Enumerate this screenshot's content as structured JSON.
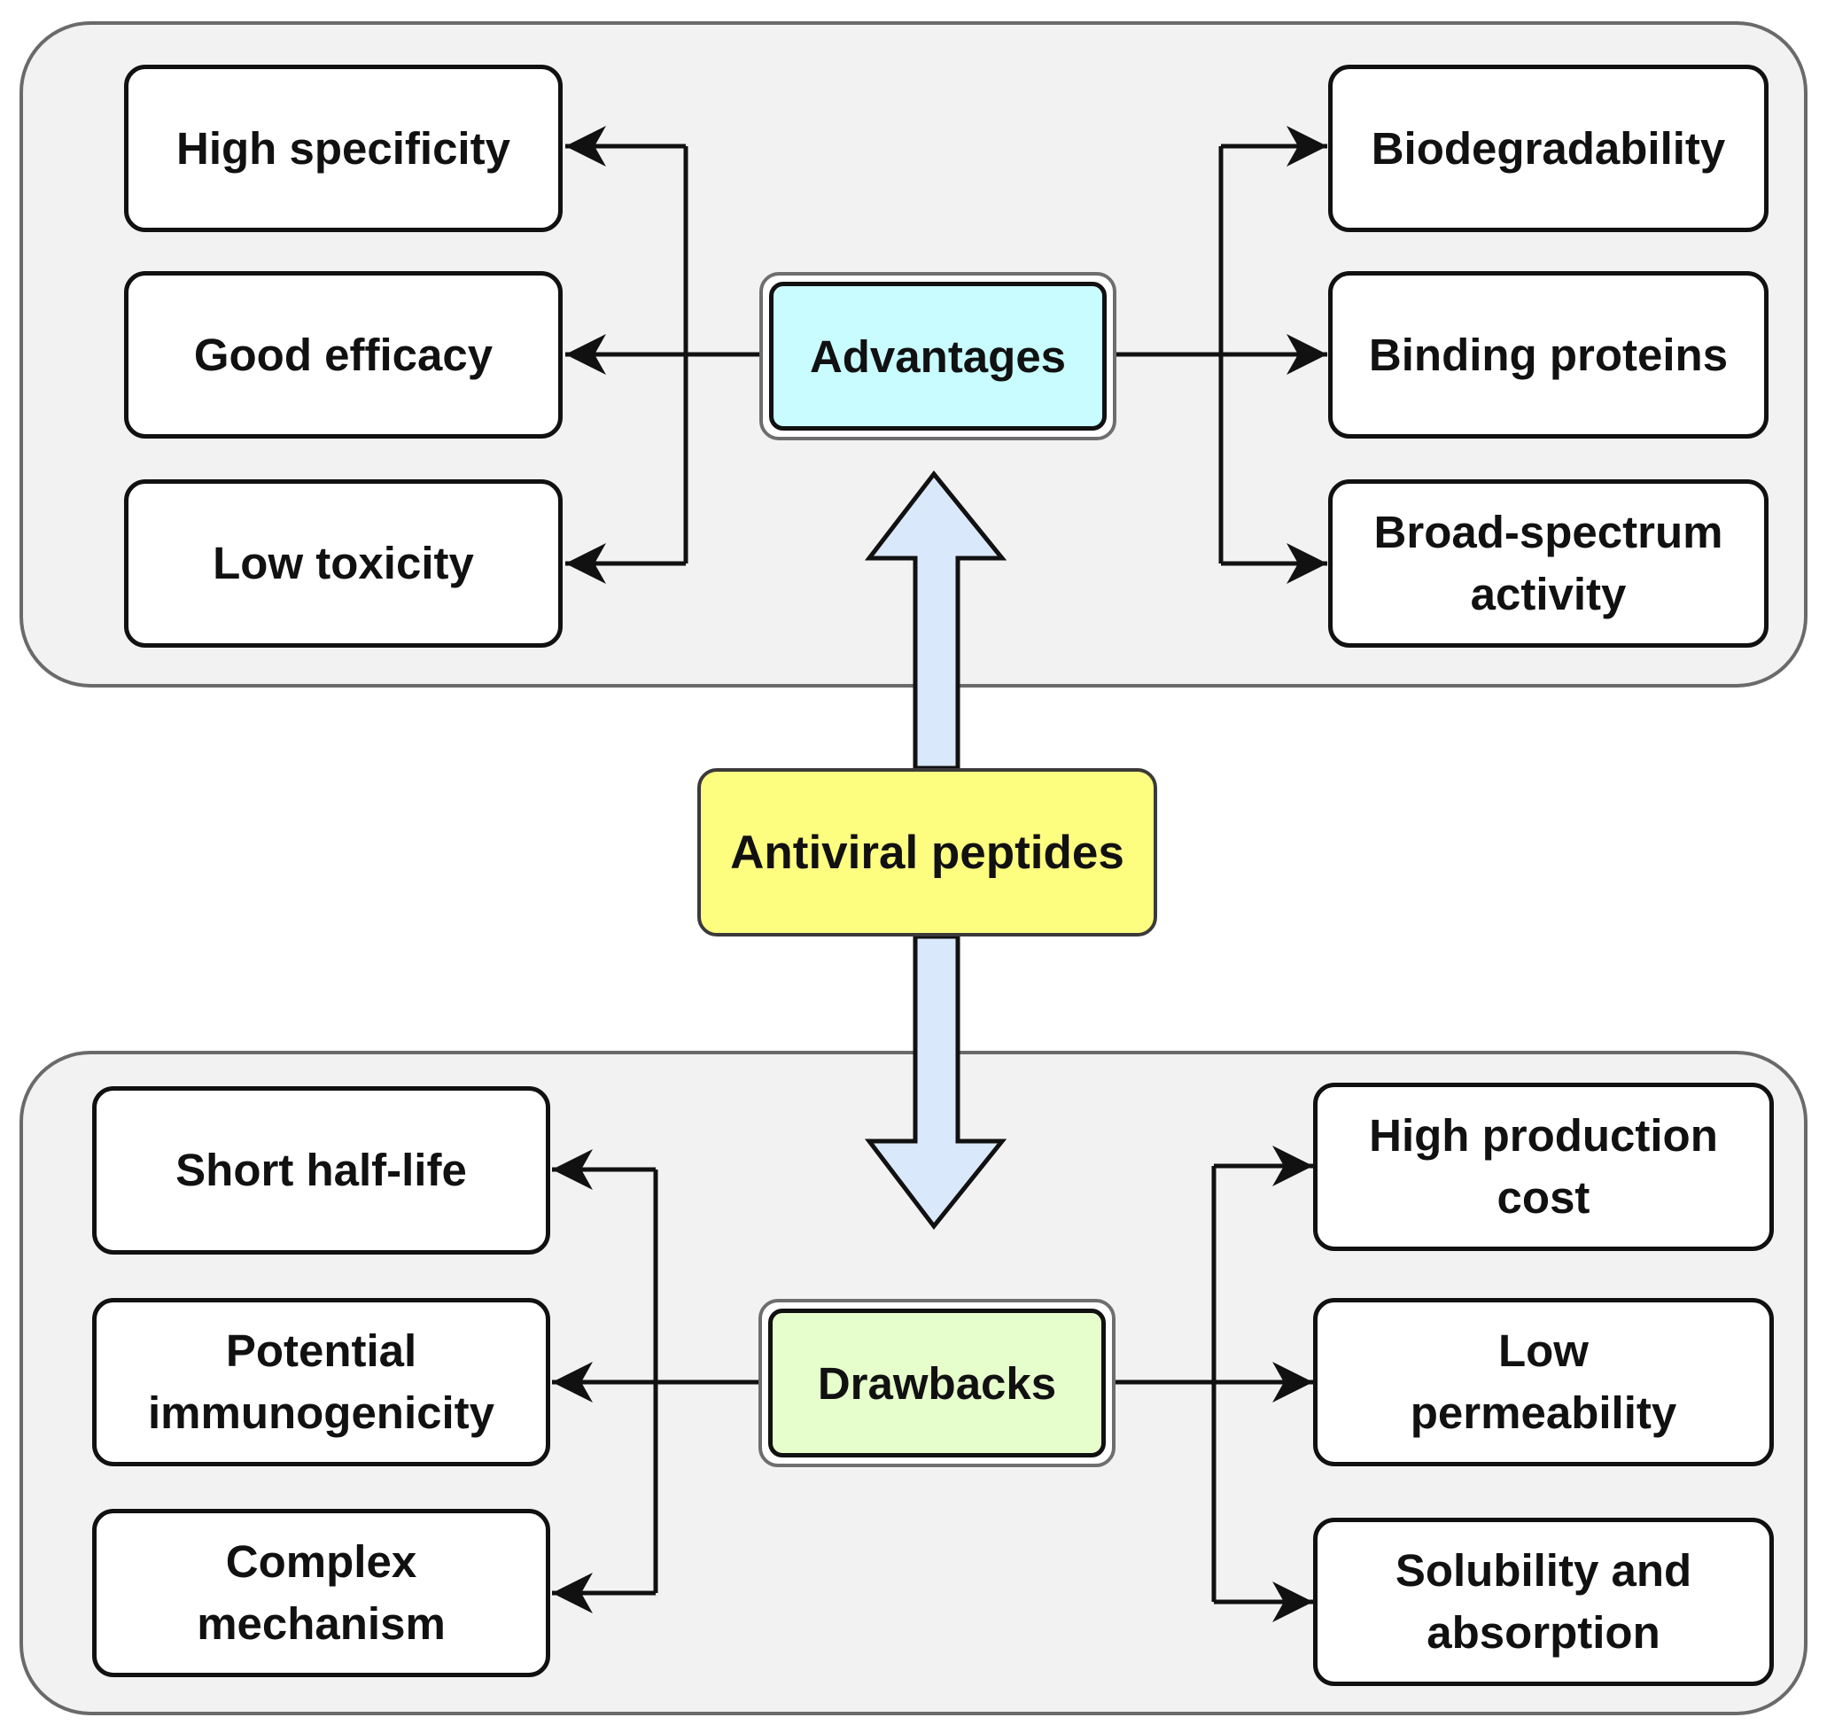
{
  "colors": {
    "center_fill": "#fdfd80",
    "advantages_fill": "#c8fcff",
    "drawbacks_fill": "#e6fdcc",
    "arrow_fill": "#dae8fc",
    "panel_fill": "#f2f2f2"
  },
  "center": {
    "label": "Antiviral peptides"
  },
  "advantages": {
    "label": "Advantages",
    "left_items": [
      "High specificity",
      "Good efficacy",
      "Low toxicity"
    ],
    "right_items": [
      "Biodegradability",
      "Binding proteins",
      "Broad-spectrum\nactivity"
    ]
  },
  "drawbacks": {
    "label": "Drawbacks",
    "left_items": [
      "Short half-life",
      "Potential\nimmunogenicity",
      "Complex\nmechanism"
    ],
    "right_items": [
      "High production\ncost",
      "Low\npermeability",
      "Solubility and\nabsorption"
    ]
  }
}
